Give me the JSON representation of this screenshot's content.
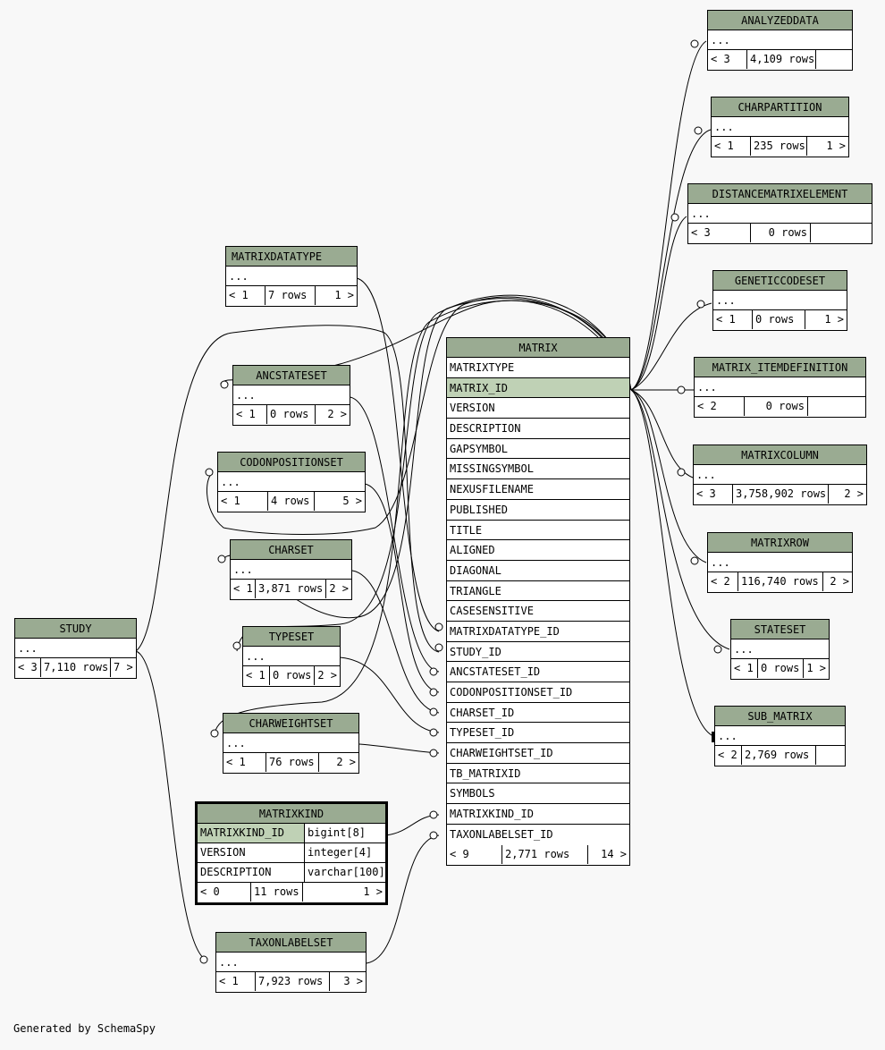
{
  "footer": "Generated by SchemaSpy",
  "colors": {
    "header": "#9aab92",
    "primary_key": "#bfd1b5",
    "background": "#f8f8f8"
  },
  "tables": {
    "matrix": {
      "name": "MATRIX",
      "columns": [
        "MATRIXTYPE",
        "MATRIX_ID",
        "VERSION",
        "DESCRIPTION",
        "GAPSYMBOL",
        "MISSINGSYMBOL",
        "NEXUSFILENAME",
        "PUBLISHED",
        "TITLE",
        "ALIGNED",
        "DIAGONAL",
        "TRIANGLE",
        "CASESENSITIVE",
        "MATRIXDATATYPE_ID",
        "STUDY_ID",
        "ANCSTATESET_ID",
        "CODONPOSITIONSET_ID",
        "CHARSET_ID",
        "TYPESET_ID",
        "CHARWEIGHTSET_ID",
        "TB_MATRIXID",
        "SYMBOLS",
        "MATRIXKIND_ID",
        "TAXONLABELSET_ID"
      ],
      "children": "< 9",
      "rows": "2,771 rows",
      "parents": "14 >"
    },
    "matrixkind": {
      "name": "MATRIXKIND",
      "columns": [
        {
          "name": "MATRIXKIND_ID",
          "type": "bigint[8]"
        },
        {
          "name": "VERSION",
          "type": "integer[4]"
        },
        {
          "name": "DESCRIPTION",
          "type": "varchar[100]"
        }
      ],
      "children": "< 0",
      "rows": "11 rows",
      "parents": "1 >"
    },
    "analyzeddata": {
      "name": "ANALYZEDDATA",
      "ellipsis": "...",
      "children": "< 3",
      "rows": "4,109 rows",
      "parents": ""
    },
    "charpartition": {
      "name": "CHARPARTITION",
      "ellipsis": "...",
      "children": "< 1",
      "rows": "235 rows",
      "parents": "1 >"
    },
    "distancematrixelement": {
      "name": "DISTANCEMATRIXELEMENT",
      "ellipsis": "...",
      "children": "< 3",
      "rows": "0 rows",
      "parents": ""
    },
    "geneticcodeset": {
      "name": "GENETICCODESET",
      "ellipsis": "...",
      "children": "< 1",
      "rows": "0 rows",
      "parents": "1 >"
    },
    "matrix_itemdefinition": {
      "name": "MATRIX_ITEMDEFINITION",
      "ellipsis": "...",
      "children": "< 2",
      "rows": "0 rows",
      "parents": ""
    },
    "matrixcolumn": {
      "name": "MATRIXCOLUMN",
      "ellipsis": "...",
      "children": "< 3",
      "rows": "3,758,902 rows",
      "parents": "2 >"
    },
    "matrixrow": {
      "name": "MATRIXROW",
      "ellipsis": "...",
      "children": "< 2",
      "rows": "116,740 rows",
      "parents": "2 >"
    },
    "stateset": {
      "name": "STATESET",
      "ellipsis": "...",
      "children": "< 1",
      "rows": "0 rows",
      "parents": "1 >"
    },
    "sub_matrix": {
      "name": "SUB_MATRIX",
      "ellipsis": "...",
      "children": "< 2",
      "rows": "2,769 rows",
      "parents": ""
    },
    "matrixdatatype": {
      "name": "MATRIXDATATYPE",
      "ellipsis": "...",
      "children": "< 1",
      "rows": "7 rows",
      "parents": "1 >"
    },
    "ancstateset": {
      "name": "ANCSTATESET",
      "ellipsis": "...",
      "children": "< 1",
      "rows": "0 rows",
      "parents": "2 >"
    },
    "codonpositionset": {
      "name": "CODONPOSITIONSET",
      "ellipsis": "...",
      "children": "< 1",
      "rows": "4 rows",
      "parents": "5 >"
    },
    "charset": {
      "name": "CHARSET",
      "ellipsis": "...",
      "children": "< 1",
      "rows": "3,871 rows",
      "parents": "2 >"
    },
    "typeset": {
      "name": "TYPESET",
      "ellipsis": "...",
      "children": "< 1",
      "rows": "0 rows",
      "parents": "2 >"
    },
    "charweightset": {
      "name": "CHARWEIGHTSET",
      "ellipsis": "...",
      "children": "< 1",
      "rows": "76 rows",
      "parents": "2 >"
    },
    "study": {
      "name": "STUDY",
      "ellipsis": "...",
      "children": "< 3",
      "rows": "7,110 rows",
      "parents": "7 >"
    },
    "taxonlabelset": {
      "name": "TAXONLABELSET",
      "ellipsis": "...",
      "children": "< 1",
      "rows": "7,923 rows",
      "parents": "3 >"
    }
  }
}
